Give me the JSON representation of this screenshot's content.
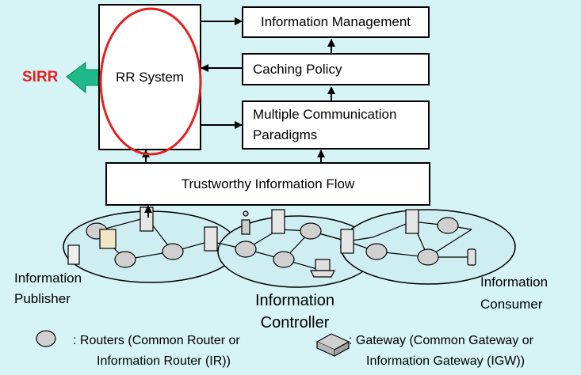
{
  "diagram": {
    "rr_system": "RR System",
    "sirr": "SIRR",
    "information_management": "Information Management",
    "caching_policy": "Caching Policy",
    "multiple_comm_line1": "Multiple Communication",
    "multiple_comm_line2": "Paradigms",
    "trustworthy_flow": "Trustworthy Information Flow",
    "publisher_line1": "Information",
    "publisher_line2": "Publisher",
    "controller_line1": "Information",
    "controller_line2": "Controller",
    "consumer_line1": "Information",
    "consumer_line2": "Consumer",
    "legend_router_line1": ": Routers (Common Router or",
    "legend_router_line2": "Information Router (IR))",
    "legend_gateway_line1": ": Gateway (Common Gateway or",
    "legend_gateway_line2": "Information Gateway (IGW))"
  },
  "colors": {
    "background": "#d6f3f6",
    "sirr_red": "#e52020",
    "arrow_green": "#1fb889",
    "cloud": "#cfeef2"
  }
}
